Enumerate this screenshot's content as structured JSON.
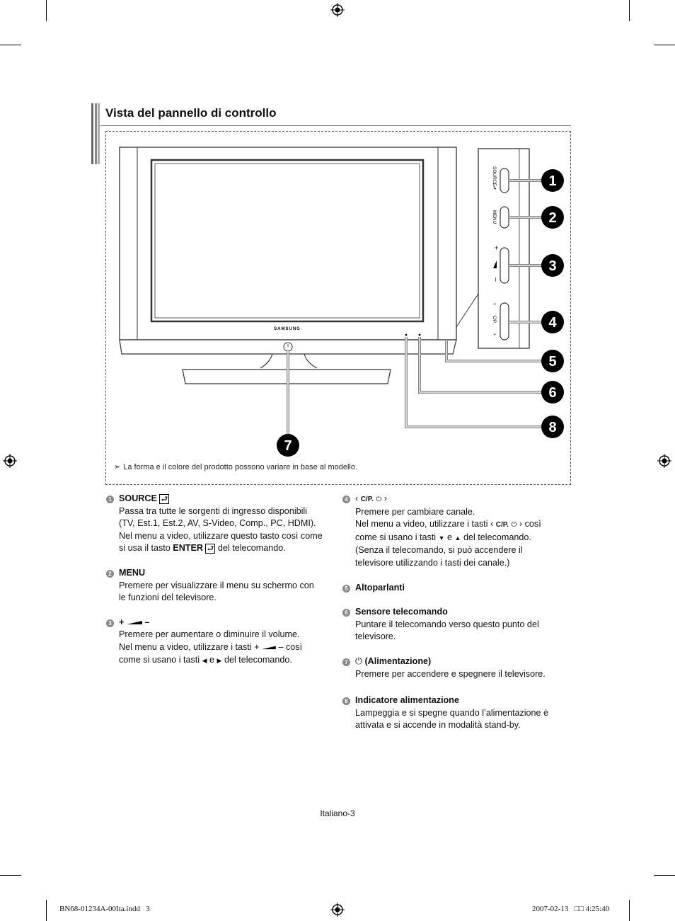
{
  "section_title": "Vista del pannello di controllo",
  "diagram": {
    "brand": "SAMSUNG",
    "panel_labels": {
      "source": "SOURCE",
      "menu": "MENU",
      "cp": "C/P."
    },
    "callouts": [
      "1",
      "2",
      "3",
      "4",
      "5",
      "6",
      "7",
      "8"
    ]
  },
  "note": "La forma e il colore del prodotto possono variare in base al modello.",
  "items_left": [
    {
      "num": "1",
      "head": "SOURCE",
      "lines": [
        "Passa tra tutte le sorgenti di ingresso disponibili",
        "(TV, Est.1, Est.2, AV, S-Video, Comp., PC, HDMI).",
        "Nel menu a video, utilizzare questo tasto così come"
      ],
      "enter_pre": "si usa il tasto ",
      "enter_bold": "ENTER",
      "enter_post": " del telecomando."
    },
    {
      "num": "2",
      "head": "MENU",
      "lines": [
        "Premere per visualizzare il menu su schermo con",
        "le funzioni del televisore."
      ]
    },
    {
      "num": "3",
      "lines": [
        "Premere per aumentare o diminuire il volume."
      ],
      "l2_pre": "Nel menu a video, utilizzare i tasti",
      "l2_post": "così",
      "l3_pre": "come si usano i tasti",
      "l3_mid": "e",
      "l3_post": "del telecomando."
    }
  ],
  "items_right": [
    {
      "num": "4",
      "head_cp": "C/P.",
      "lines": [
        "Premere per cambiare canale."
      ],
      "l2_pre": "Nel menu a video, utilizzare i tasti",
      "l2_post": "così",
      "l3_pre": "come si usano i tasti",
      "l3_mid": "e",
      "l3_post": "del telecomando.",
      "extra": [
        "(Senza il telecomando, si può accendere il",
        "televisore utilizzando i tasti dei canale.)"
      ]
    },
    {
      "num": "5",
      "head": "Altoparlanti",
      "lines": []
    },
    {
      "num": "6",
      "head": "Sensore telecomando",
      "lines": [
        "Puntare il telecomando verso questo punto del",
        "televisore."
      ]
    },
    {
      "num": "7",
      "head": "(Alimentazione)",
      "lines": [
        "Premere per accendere e spegnere il televisore."
      ]
    },
    {
      "num": "8",
      "head": "Indicatore alimentazione",
      "lines": [
        "Lampeggia e si spegne quando l’alimentazione è",
        "attivata e si accende in modalità stand-by."
      ]
    }
  ],
  "page_label": "Italiano-3",
  "footer_left": "BN68-01234A-00Ita.indd   3",
  "footer_right": "2007-02-13   □□ 4:25:40"
}
